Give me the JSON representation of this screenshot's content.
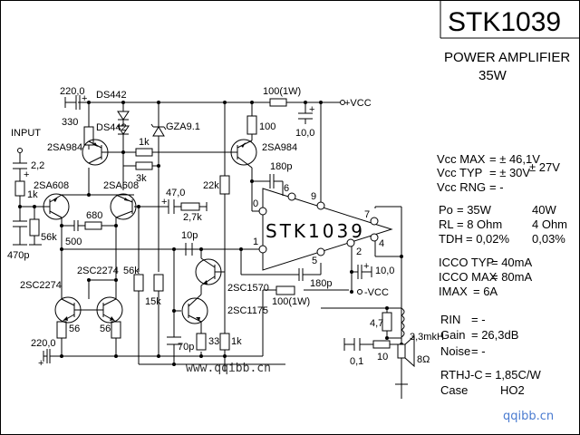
{
  "header": {
    "part_number": "STK1039",
    "description": "POWER AMPLIFIER",
    "power": "35W"
  },
  "specs": {
    "vcc_max": {
      "label": "Vcc MAX",
      "value": "= ± 46,1V"
    },
    "vcc_typ": {
      "label": "Vcc TYP",
      "value": "= ± 30V",
      "alt": "± 27V"
    },
    "vcc_rng": {
      "label": "Vcc RNG",
      "value": "= -"
    },
    "po": {
      "label": "Po",
      "value": "= 35W",
      "alt": "40W"
    },
    "rl": {
      "label": "RL",
      "value": "= 8 Ohm",
      "alt": "4 Ohm"
    },
    "tdh": {
      "label": "TDH",
      "value": "= 0,02%",
      "alt": "0,03%"
    },
    "icco_typ": {
      "label": "ICCO TYP",
      "value": "= 40mA"
    },
    "icco_max": {
      "label": "ICCO MAX",
      "value": "= 80mA"
    },
    "imax": {
      "label": "IMAX",
      "value": "= 6A"
    },
    "rin": {
      "label": "RIN",
      "value": "= -"
    },
    "gain": {
      "label": "Gain",
      "value": "= 26,3dB"
    },
    "noise": {
      "label": "Noise",
      "value": "= -"
    },
    "rthj": {
      "label": "RTHJ-C",
      "value": "= 1,85C/W"
    },
    "case": {
      "label": "Case",
      "value": "HO2"
    }
  },
  "schematic": {
    "ic_label": "STK1039",
    "input_label": "INPUT",
    "vcc_pos": "+VCC",
    "vcc_neg": "-VCC",
    "pins": [
      "0",
      "1",
      "2",
      "4",
      "5",
      "6",
      "7",
      "9"
    ],
    "components": {
      "c_220_top": "220,0",
      "r_330": "330",
      "d_ds442_a": "DS442",
      "d_ds442_b": "DS442",
      "z_gza": "GZA9.1",
      "r_1k_bias": "1k",
      "r_3k": "3k",
      "r_100_1w_top": "100(1W)",
      "c_10_top": "10,0",
      "r_100": "100",
      "q_2sa984_left": "2SA984",
      "q_2sa984_right": "2SA984",
      "c_180p_top": "180p",
      "c_2_2": "2,2",
      "r_1k_in": "1k",
      "q_2sa608_left": "2SA608",
      "q_2sa608_right": "2SA608",
      "c_47": "47,0",
      "r_2_7k": "2,7k",
      "r_22k": "22k",
      "r_56k_in": "56k",
      "c_470p": "470p",
      "c_500": "500",
      "r_680": "680",
      "c_10p": "10p",
      "q_2sc2274_left": "2SC2274",
      "q_2sc2274_right": "2SC2274",
      "r_56k": "56k",
      "r_15k": "15k",
      "q_2sc1570": "2SC1570",
      "q_2sc1175": "2SC1175",
      "r_100_1w_bot": "100(1W)",
      "c_180p_bot": "180p",
      "c_10_bot": "10,0",
      "r_56_left": "56",
      "r_56_right": "56",
      "c_220_bot": "220,0",
      "c_70p": "70p",
      "r_33": "33",
      "r_1k_bot": "1k",
      "r_4_7": "4,7",
      "l_3_3": "3,3mkH",
      "c_0_1": "0,1",
      "r_10": "10",
      "speaker": "8Ω"
    }
  },
  "watermarks": {
    "center": "www.qqibb.cn",
    "corner": "qqibb.cn"
  }
}
